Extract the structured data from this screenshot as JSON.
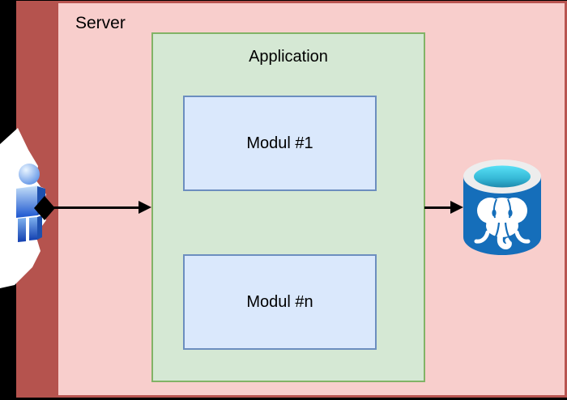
{
  "server": {
    "label": "Server"
  },
  "application": {
    "label": "Application",
    "modules": [
      {
        "label": "Modul #1"
      },
      {
        "label": "Modul #n"
      }
    ]
  },
  "actor": {
    "icon": "user-icon"
  },
  "database": {
    "icon": "postgresql-database-icon"
  },
  "connectors": [
    {
      "from": "user",
      "to": "application"
    },
    {
      "from": "application",
      "to": "postgresql-database"
    }
  ],
  "colors": {
    "canvas_bg": "#000000",
    "server_fill": "#f8cecc",
    "server_border": "#b85450",
    "server_left_band": "#b5534e",
    "application_fill": "#d5e8d4",
    "application_border": "#82b366",
    "module_fill": "#dae8fc",
    "module_border": "#6c8ebf",
    "arrow": "#000000",
    "postgres_body_blue": "#156eba",
    "postgres_opening_cyan": "#58e0f6",
    "text": "#000000"
  }
}
